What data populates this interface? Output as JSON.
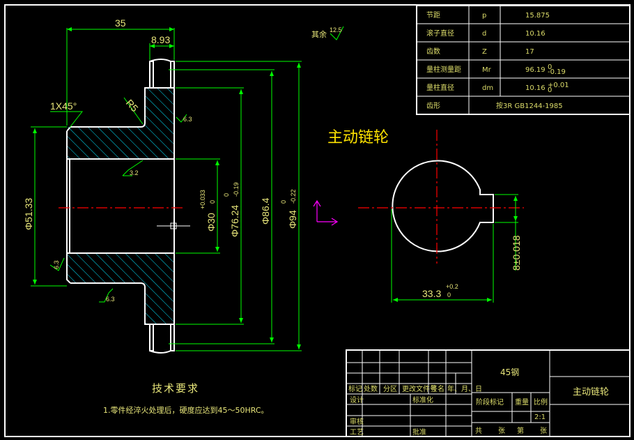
{
  "colors": {
    "background": "#000000",
    "outline": "#ffffff",
    "dimension": "#00ff00",
    "centerline": "#ff0000",
    "hatch": "#00e5ff",
    "text": "#e8e67a",
    "title": "#ffe300",
    "ucs": "#ff00ff"
  },
  "param_table": [
    {
      "name": "节距",
      "symbol": "p",
      "value": "15.875",
      "sup": "",
      "sub": ""
    },
    {
      "name": "滚子直径",
      "symbol": "d",
      "value": "10.16",
      "sup": "",
      "sub": ""
    },
    {
      "name": "齿数",
      "symbol": "Z",
      "value": "17",
      "sup": "",
      "sub": ""
    },
    {
      "name": "量柱测量距",
      "symbol": "Mr",
      "value": "96.19",
      "sup": "0",
      "sub": "-0.19"
    },
    {
      "name": "量柱直径",
      "symbol": "dm",
      "value": "10.16",
      "sup": "+0.01",
      "sub": "0"
    },
    {
      "name": "齿形",
      "symbol": "",
      "value": "按3R GB1244-1985",
      "sup": "",
      "sub": ""
    }
  ],
  "part_title": "主动链轮",
  "surface_remark": "其余",
  "roughness": {
    "rest": "12.5",
    "face": "6.3",
    "bore": "3.2",
    "hub": "6.3",
    "bottom": "6.3"
  },
  "dims": {
    "width": "35",
    "tooth_width": "8.93",
    "chamfer": "1X45°",
    "radius": "R5",
    "hub_dia": "Φ51.33",
    "bore_dia": "Φ30",
    "bore_tol_upper": "+0.033",
    "bore_tol_lower": "0",
    "d76": "Φ76.24",
    "d76_tol_upper": "0",
    "d76_tol_lower": "-0.19",
    "d86": "Φ86.4",
    "d94": "Φ94",
    "d94_tol_upper": "0",
    "d94_tol_lower": "-0.22",
    "key_width": "8±0.018",
    "key_depth": "33.3",
    "key_depth_tol_upper": "+0.2",
    "key_depth_tol_lower": "0"
  },
  "tech_req": {
    "heading": "技术要求",
    "item1": "1.零件经淬火处理后，硬度应达到45～50HRC。"
  },
  "title_block": {
    "material": "45钢",
    "name": "主动链轮",
    "scale": "2:1",
    "row_headers": [
      "标记",
      "处数",
      "分区",
      "更改文件号",
      "签名",
      "年、月、日"
    ],
    "design": "设计",
    "standardize": "标准化",
    "stage_mark": "阶段标记",
    "weight": "重量",
    "ratio": "比例",
    "check": "审核",
    "process": "工艺",
    "approve": "批准",
    "sheets_total": "共",
    "sheets_unit1": "张",
    "sheet_no": "第",
    "sheets_unit2": "张"
  }
}
